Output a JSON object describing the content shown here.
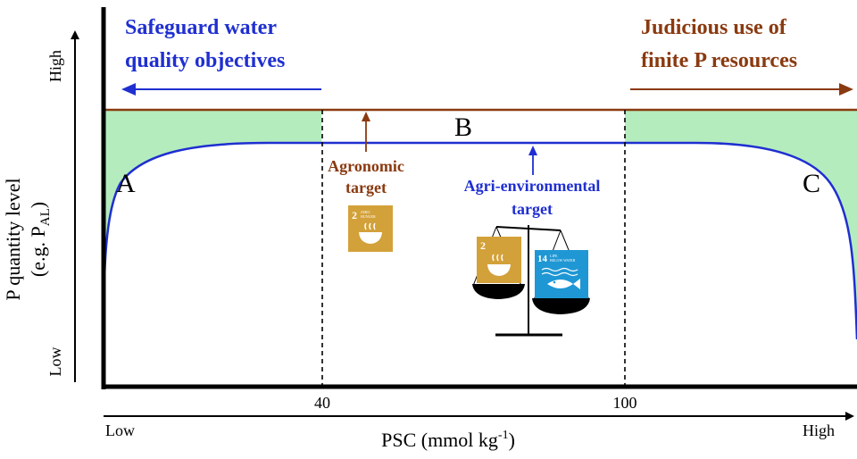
{
  "header": {
    "left_objective_line1": "Safeguard water",
    "left_objective_line2": "quality objectives",
    "right_objective_line1": "Judicious use of",
    "right_objective_line2": "finite P resources"
  },
  "y_axis": {
    "label_main": "P quantity level",
    "label_sub_prefix": "(e.g. P",
    "label_sub_subscript": "AL",
    "label_sub_suffix": ")",
    "tick_high": "High",
    "tick_low": "Low"
  },
  "x_axis": {
    "label_prefix": "PSC (mmol kg",
    "label_superscript": "-1",
    "label_suffix": ")",
    "tick_low": "Low",
    "tick_high": "High",
    "markers": [
      "40",
      "100"
    ]
  },
  "zones": {
    "a": "A",
    "b": "B",
    "c": "C"
  },
  "targets": {
    "agronomic_line1": "Agronomic",
    "agronomic_line2": "target",
    "agrienv_line1": "Agri-environmental",
    "agrienv_line2": "target"
  },
  "sdg": {
    "sdg2_number": "2",
    "sdg2_text_line1": "ZERO",
    "sdg2_text_line2": "HUNGER",
    "sdg14_number": "14",
    "sdg14_text_line1": "LIFE",
    "sdg14_text_line2": "BELOW WATER"
  },
  "colors": {
    "blue": "#1f2fd0",
    "brown": "#8a3a10",
    "green_fill": "#b4ecbe",
    "sdg2": "#d3a13a",
    "sdg14": "#1f97d4"
  }
}
